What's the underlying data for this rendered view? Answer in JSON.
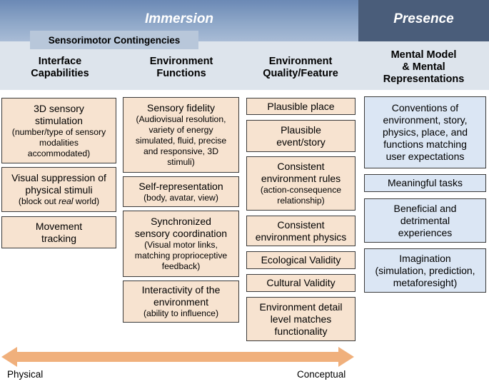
{
  "header": {
    "immersion": "Immersion",
    "presence": "Presence",
    "sensorimotor": "Sensorimotor Contingencies"
  },
  "columns": {
    "c1": "Interface\nCapabilities",
    "c2": "Environment\nFunctions",
    "c3": "Environment\nQuality/Feature",
    "c4": "Mental Model\n& Mental\nRepresentations"
  },
  "col1": [
    {
      "main": "3D sensory\nstimulation",
      "sub": "(number/type of sensory\nmodalities\naccommodated)"
    },
    {
      "main": "Visual suppression of\nphysical stimuli",
      "sub_pre": "(block out ",
      "sub_em": "real",
      "sub_post": " world)"
    },
    {
      "main": "Movement\ntracking"
    }
  ],
  "col2": [
    {
      "main": "Sensory fidelity",
      "sub": "(Audiovisual resolution,\nvariety of energy\nsimulated, fluid, precise\nand responsive, 3D\nstimuli)"
    },
    {
      "main": "Self-representation",
      "sub": "(body, avatar, view)"
    },
    {
      "main": "Synchronized\nsensory coordination",
      "sub": "(Visual motor links,\nmatching proprioceptive\nfeedback)"
    },
    {
      "main": "Interactivity of the\nenvironment",
      "sub": "(ability to influence)"
    }
  ],
  "col3": [
    {
      "main": "Plausible place"
    },
    {
      "main": "Plausible\nevent/story"
    },
    {
      "main": "Consistent\nenvironment rules",
      "sub": "(action-consequence\nrelationship)"
    },
    {
      "main": "Consistent\nenvironment physics"
    },
    {
      "main": "Ecological Validity"
    },
    {
      "main": "Cultural Validity"
    },
    {
      "main": "Environment detail\nlevel matches\nfunctionality"
    }
  ],
  "col4": [
    {
      "main": "Conventions of\nenvironment, story,\nphysics, place, and\nfunctions matching\nuser expectations"
    },
    {
      "main": "Meaningful tasks"
    },
    {
      "main": "Beneficial and\ndetrimental\nexperiences"
    },
    {
      "main": "Imagination\n(simulation, prediction,\nmetaforesight)"
    }
  ],
  "axis": {
    "left": "Physical",
    "right": "Conceptual",
    "arrow_color": "#f0b07c"
  },
  "colors": {
    "box_fill": "#f7e3d0",
    "box_fill_presence": "#dbe6f4",
    "presence_header": "#4a5d7a"
  }
}
